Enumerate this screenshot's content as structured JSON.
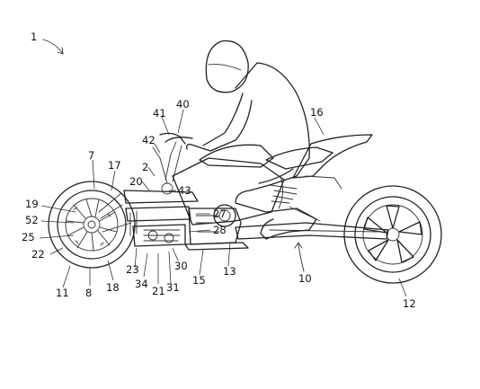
{
  "figure": {
    "reference_numerals": {
      "figure_number": "1",
      "n40": "40",
      "n41": "41",
      "n16": "16",
      "n42": "42",
      "n7": "7",
      "n17": "17",
      "n2": "2",
      "n20": "20",
      "n43": "43",
      "n19": "19",
      "n52": "52",
      "n25": "25",
      "n22": "22",
      "n27": "27",
      "n28": "28",
      "n23": "23",
      "n34": "34",
      "n21": "21",
      "n31": "31",
      "n30": "30",
      "n15": "15",
      "n13": "13",
      "n10": "10",
      "n11": "11",
      "n8": "8",
      "n18": "18",
      "n12": "12"
    }
  }
}
